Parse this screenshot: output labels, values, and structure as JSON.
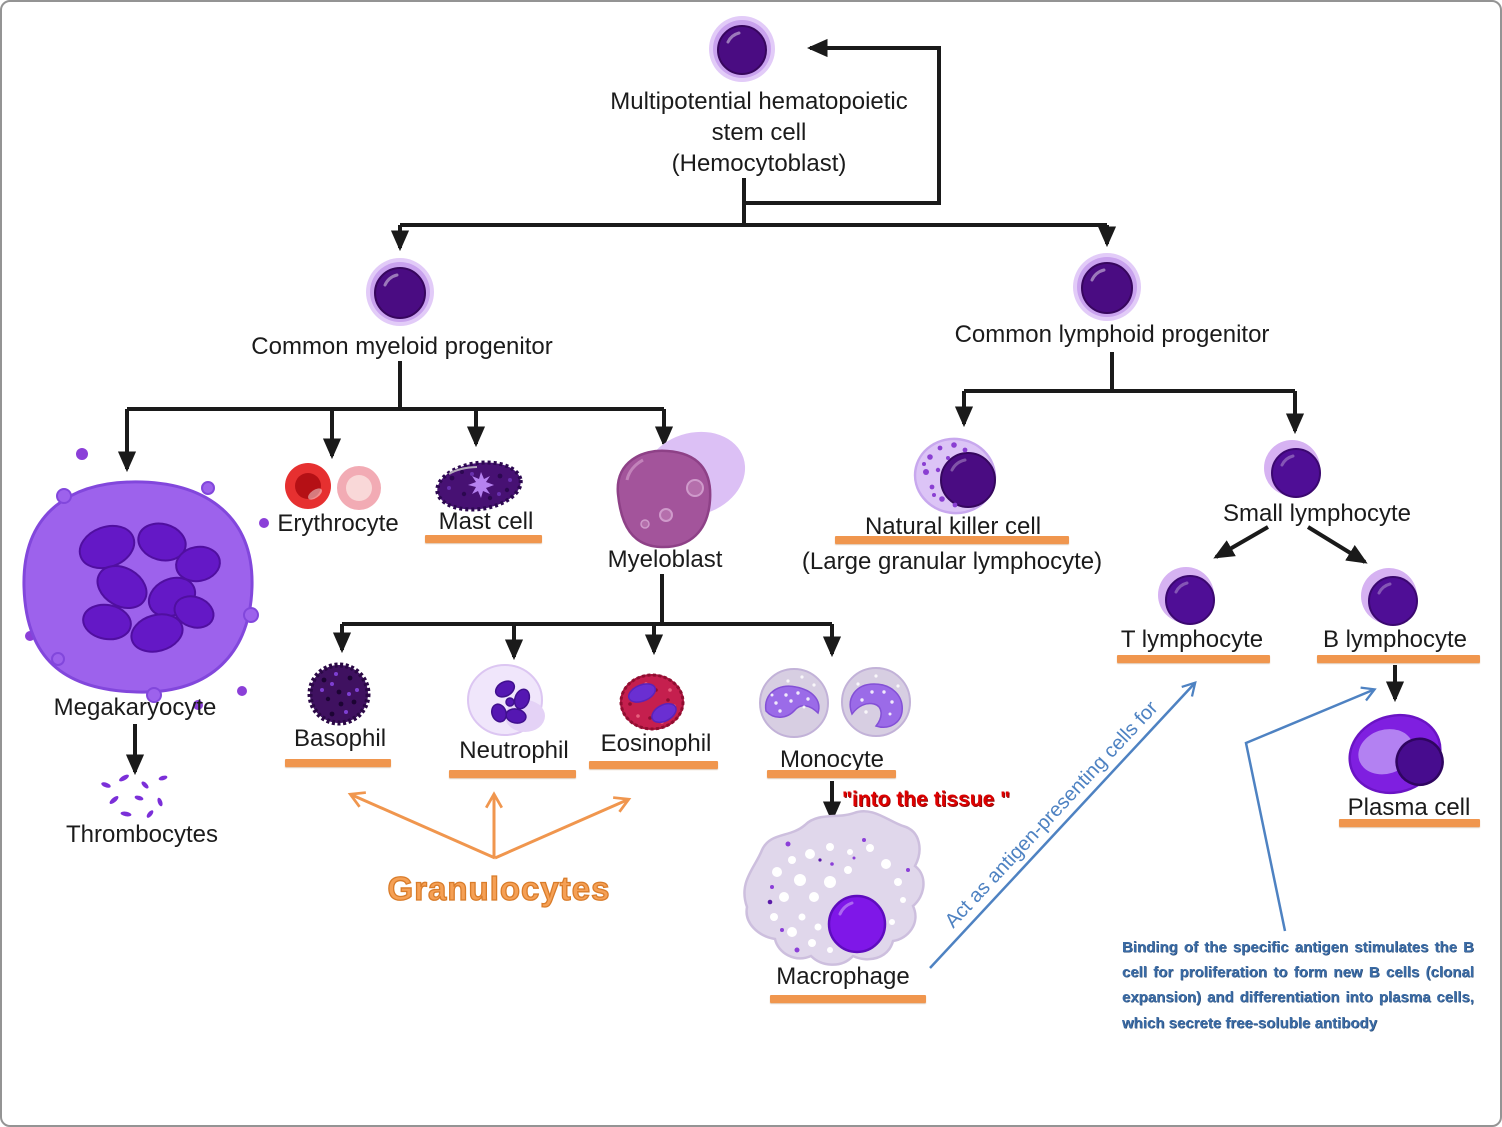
{
  "diagram": {
    "stem_cell": {
      "lines": [
        "Multipotential hematopoietic",
        "stem cell",
        "(Hemocytoblast)"
      ]
    },
    "myeloid_branch": {
      "progenitor": "Common myeloid progenitor",
      "megakaryocyte": "Megakaryocyte",
      "thrombocytes": "Thrombocytes",
      "erythrocyte": "Erythrocyte",
      "mast_cell": "Mast cell",
      "myeloblast": "Myeloblast",
      "basophil": "Basophil",
      "neutrophil": "Neutrophil",
      "eosinophil": "Eosinophil",
      "monocyte": "Monocyte",
      "macrophage": "Macrophage"
    },
    "lymphoid_branch": {
      "progenitor": "Common lymphoid progenitor",
      "nk_cell": "Natural killer cell",
      "nk_cell_sub": "(Large granular lymphocyte)",
      "small_lymphocyte": "Small lymphocyte",
      "t_lymphocyte": "T lymphocyte",
      "b_lymphocyte": "B lymphocyte",
      "plasma_cell": "Plasma cell"
    },
    "annotations": {
      "granulocytes": "Granulocytes",
      "into_tissue": "\"into the tissue \"",
      "apc_note": "Act as antigen-presenting cells for",
      "b_binding_note": "Binding of the specific antigen stimulates the B cell for proliferation to form new B cells (clonal expansion) and differentiation into plasma cells, which secrete free-soluble antibody"
    },
    "colors": {
      "accent_orange": "#F0964E",
      "annotation_blue": "#4E82C2",
      "annotation_red": "#DE0000",
      "cell_purple_dark": "#4A0C82",
      "cell_halo_light": "#DCC2F6",
      "connector_black": "#1a1a1a"
    }
  }
}
